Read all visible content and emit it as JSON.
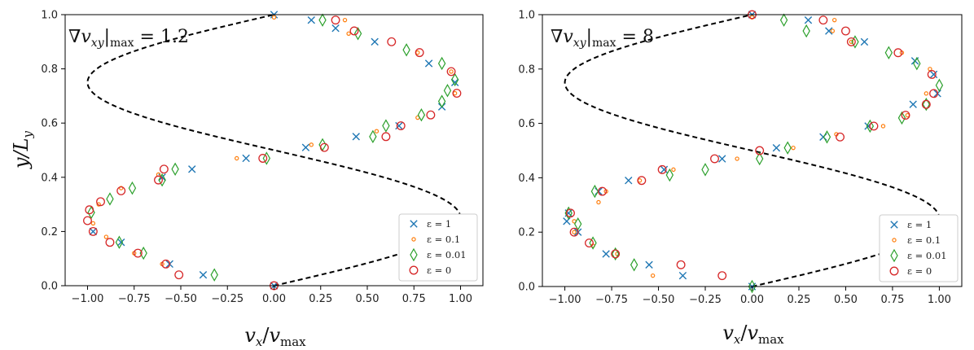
{
  "figure": {
    "ylabel": "y/L",
    "ylabel_sub": "y",
    "xlabel": "v",
    "xlabel_sub_x": "x",
    "xlabel_slash": "/",
    "xlabel_v2": "v",
    "xlabel_sub_max": "max"
  },
  "colors": {
    "eps1": "#1f77b4",
    "eps01": "#ff7f0e",
    "eps001": "#2ca02c",
    "eps0": "#d62728",
    "curve": "#000000"
  },
  "chart_data": [
    {
      "type": "scatter",
      "annotation": {
        "prefix": "∇v",
        "sub": "xy",
        "bar": "|",
        "sub2": "max",
        "value": " = 1.2"
      },
      "xlim": [
        -1.12,
        1.12
      ],
      "ylim": [
        0,
        1
      ],
      "xticks": [
        -1.0,
        -0.75,
        -0.5,
        -0.25,
        0.0,
        0.25,
        0.5,
        0.75,
        1.0
      ],
      "xtick_labels": [
        "−1.00",
        "−0.75",
        "−0.50",
        "−0.25",
        "0.00",
        "0.25",
        "0.50",
        "0.75",
        "1.00"
      ],
      "yticks": [
        0,
        0.2,
        0.4,
        0.6,
        0.8,
        1.0
      ],
      "ytick_labels": [
        "0.0",
        "0.2",
        "0.4",
        "0.6",
        "0.8",
        "1.0"
      ],
      "legend": {
        "position": "lower-right",
        "entries": [
          "ε = 1",
          "ε = 0.1",
          "ε = 0.01",
          "ε = 0"
        ]
      },
      "reference_curve": {
        "style": "dashed",
        "formula": "v_x/v_max = sin(2πy/L_y)"
      },
      "series": [
        {
          "name": "ε = 1",
          "marker": "x",
          "points": [
            [
              -0.38,
              0.04
            ],
            [
              -0.56,
              0.08
            ],
            [
              -0.82,
              0.16
            ],
            [
              -0.97,
              0.2
            ],
            [
              -0.6,
              0.4
            ],
            [
              -0.44,
              0.43
            ],
            [
              -0.15,
              0.47
            ],
            [
              0.17,
              0.51
            ],
            [
              0.44,
              0.55
            ],
            [
              0.67,
              0.59
            ],
            [
              0.9,
              0.66
            ],
            [
              0.97,
              0.75
            ],
            [
              0.83,
              0.82
            ],
            [
              0.54,
              0.9
            ],
            [
              0.33,
              0.95
            ],
            [
              0.2,
              0.98
            ],
            [
              0.0,
              1.0
            ],
            [
              0.0,
              0.0
            ]
          ]
        },
        {
          "name": "ε = 0.1",
          "marker": "o-small",
          "points": [
            [
              -0.6,
              0.08
            ],
            [
              -0.75,
              0.12
            ],
            [
              -0.9,
              0.18
            ],
            [
              -0.97,
              0.23
            ],
            [
              -0.94,
              0.3
            ],
            [
              -0.82,
              0.36
            ],
            [
              -0.62,
              0.41
            ],
            [
              -0.2,
              0.47
            ],
            [
              0.2,
              0.52
            ],
            [
              0.55,
              0.57
            ],
            [
              0.77,
              0.62
            ],
            [
              0.97,
              0.71
            ],
            [
              0.95,
              0.79
            ],
            [
              0.77,
              0.86
            ],
            [
              0.4,
              0.93
            ],
            [
              0.38,
              0.98
            ],
            [
              0.0,
              0.99
            ]
          ]
        },
        {
          "name": "ε = 0.01",
          "marker": "diamond",
          "points": [
            [
              -0.32,
              0.04
            ],
            [
              -0.7,
              0.12
            ],
            [
              -0.83,
              0.16
            ],
            [
              -0.98,
              0.27
            ],
            [
              -0.88,
              0.32
            ],
            [
              -0.76,
              0.36
            ],
            [
              -0.6,
              0.39
            ],
            [
              -0.53,
              0.43
            ],
            [
              -0.04,
              0.47
            ],
            [
              0.26,
              0.52
            ],
            [
              0.53,
              0.55
            ],
            [
              0.6,
              0.59
            ],
            [
              0.79,
              0.63
            ],
            [
              0.9,
              0.68
            ],
            [
              0.93,
              0.72
            ],
            [
              0.97,
              0.76
            ],
            [
              0.9,
              0.82
            ],
            [
              0.71,
              0.87
            ],
            [
              0.45,
              0.93
            ],
            [
              0.26,
              0.98
            ]
          ]
        },
        {
          "name": "ε = 0",
          "marker": "o-large",
          "points": [
            [
              -0.51,
              0.04
            ],
            [
              -0.58,
              0.08
            ],
            [
              -0.73,
              0.12
            ],
            [
              -0.88,
              0.16
            ],
            [
              -0.97,
              0.2
            ],
            [
              -1.0,
              0.24
            ],
            [
              -0.99,
              0.28
            ],
            [
              -0.93,
              0.31
            ],
            [
              -0.82,
              0.35
            ],
            [
              -0.62,
              0.39
            ],
            [
              -0.59,
              0.43
            ],
            [
              -0.06,
              0.47
            ],
            [
              0.27,
              0.51
            ],
            [
              0.6,
              0.55
            ],
            [
              0.68,
              0.59
            ],
            [
              0.84,
              0.63
            ],
            [
              0.98,
              0.71
            ],
            [
              0.95,
              0.79
            ],
            [
              0.78,
              0.86
            ],
            [
              0.63,
              0.9
            ],
            [
              0.43,
              0.94
            ],
            [
              0.33,
              0.98
            ],
            [
              0.0,
              0.0
            ]
          ]
        }
      ]
    },
    {
      "type": "scatter",
      "annotation": {
        "prefix": "∇v",
        "sub": "xy",
        "bar": "|",
        "sub2": "max",
        "value": " = 8"
      },
      "xlim": [
        -1.12,
        1.12
      ],
      "ylim": [
        0,
        1
      ],
      "xticks": [
        -1.0,
        -0.75,
        -0.5,
        -0.25,
        0.0,
        0.25,
        0.5,
        0.75,
        1.0
      ],
      "xtick_labels": [
        "−1.00",
        "−0.75",
        "−0.50",
        "−0.25",
        "0.00",
        "0.25",
        "0.50",
        "0.75",
        "1.00"
      ],
      "yticks": [
        0,
        0.2,
        0.4,
        0.6,
        0.8,
        1.0
      ],
      "ytick_labels": [
        "0.0",
        "0.2",
        "0.4",
        "0.6",
        "0.8",
        "1.0"
      ],
      "legend": {
        "position": "lower-right",
        "entries": [
          "ε = 1",
          "ε = 0.1",
          "ε = 0.01",
          "ε = 0"
        ]
      },
      "reference_curve": {
        "style": "dashed",
        "formula": "v_x/v_max = sin(2πy/L_y)"
      },
      "series": [
        {
          "name": "ε = 1",
          "marker": "x",
          "points": [
            [
              -0.37,
              0.04
            ],
            [
              -0.55,
              0.08
            ],
            [
              -0.78,
              0.12
            ],
            [
              -0.93,
              0.2
            ],
            [
              -0.99,
              0.24
            ],
            [
              -0.98,
              0.27
            ],
            [
              -0.82,
              0.35
            ],
            [
              -0.66,
              0.39
            ],
            [
              -0.47,
              0.43
            ],
            [
              -0.16,
              0.47
            ],
            [
              0.13,
              0.51
            ],
            [
              0.38,
              0.55
            ],
            [
              0.62,
              0.59
            ],
            [
              0.86,
              0.67
            ],
            [
              0.99,
              0.71
            ],
            [
              0.97,
              0.78
            ],
            [
              0.87,
              0.83
            ],
            [
              0.6,
              0.9
            ],
            [
              0.41,
              0.94
            ],
            [
              0.3,
              0.98
            ],
            [
              0.0,
              1.0
            ],
            [
              0.0,
              0.0
            ]
          ]
        },
        {
          "name": "ε = 0.1",
          "marker": "o-small",
          "points": [
            [
              -0.53,
              0.04
            ],
            [
              -0.72,
              0.12
            ],
            [
              -0.85,
              0.15
            ],
            [
              -0.95,
              0.2
            ],
            [
              -0.95,
              0.24
            ],
            [
              -0.82,
              0.31
            ],
            [
              -0.78,
              0.35
            ],
            [
              -0.6,
              0.39
            ],
            [
              -0.42,
              0.43
            ],
            [
              -0.08,
              0.47
            ],
            [
              0.22,
              0.51
            ],
            [
              0.45,
              0.56
            ],
            [
              0.7,
              0.59
            ],
            [
              0.83,
              0.63
            ],
            [
              0.93,
              0.71
            ],
            [
              0.95,
              0.8
            ],
            [
              0.8,
              0.86
            ],
            [
              0.53,
              0.9
            ],
            [
              0.43,
              0.94
            ],
            [
              0.44,
              0.98
            ],
            [
              0.0,
              0.99
            ]
          ]
        },
        {
          "name": "ε = 0.01",
          "marker": "diamond",
          "points": [
            [
              -0.63,
              0.08
            ],
            [
              -0.73,
              0.12
            ],
            [
              -0.85,
              0.16
            ],
            [
              -0.93,
              0.23
            ],
            [
              -0.98,
              0.27
            ],
            [
              -0.84,
              0.35
            ],
            [
              -0.44,
              0.41
            ],
            [
              -0.25,
              0.43
            ],
            [
              0.04,
              0.47
            ],
            [
              0.19,
              0.51
            ],
            [
              0.4,
              0.55
            ],
            [
              0.63,
              0.59
            ],
            [
              0.8,
              0.62
            ],
            [
              0.93,
              0.67
            ],
            [
              1.0,
              0.74
            ],
            [
              0.88,
              0.82
            ],
            [
              0.73,
              0.86
            ],
            [
              0.55,
              0.9
            ],
            [
              0.29,
              0.94
            ],
            [
              0.17,
              0.98
            ],
            [
              0.0,
              0.0
            ]
          ]
        },
        {
          "name": "ε = 0",
          "marker": "o-large",
          "points": [
            [
              -0.38,
              0.08
            ],
            [
              -0.16,
              0.04
            ],
            [
              -0.73,
              0.12
            ],
            [
              -0.87,
              0.16
            ],
            [
              -0.95,
              0.2
            ],
            [
              -0.97,
              0.27
            ],
            [
              -0.8,
              0.35
            ],
            [
              -0.59,
              0.39
            ],
            [
              -0.48,
              0.43
            ],
            [
              -0.2,
              0.47
            ],
            [
              0.04,
              0.5
            ],
            [
              0.47,
              0.55
            ],
            [
              0.65,
              0.59
            ],
            [
              0.82,
              0.63
            ],
            [
              0.93,
              0.67
            ],
            [
              0.97,
              0.71
            ],
            [
              0.96,
              0.78
            ],
            [
              0.78,
              0.86
            ],
            [
              0.53,
              0.9
            ],
            [
              0.5,
              0.94
            ],
            [
              0.38,
              0.98
            ],
            [
              0.0,
              1.0
            ]
          ]
        }
      ]
    }
  ]
}
